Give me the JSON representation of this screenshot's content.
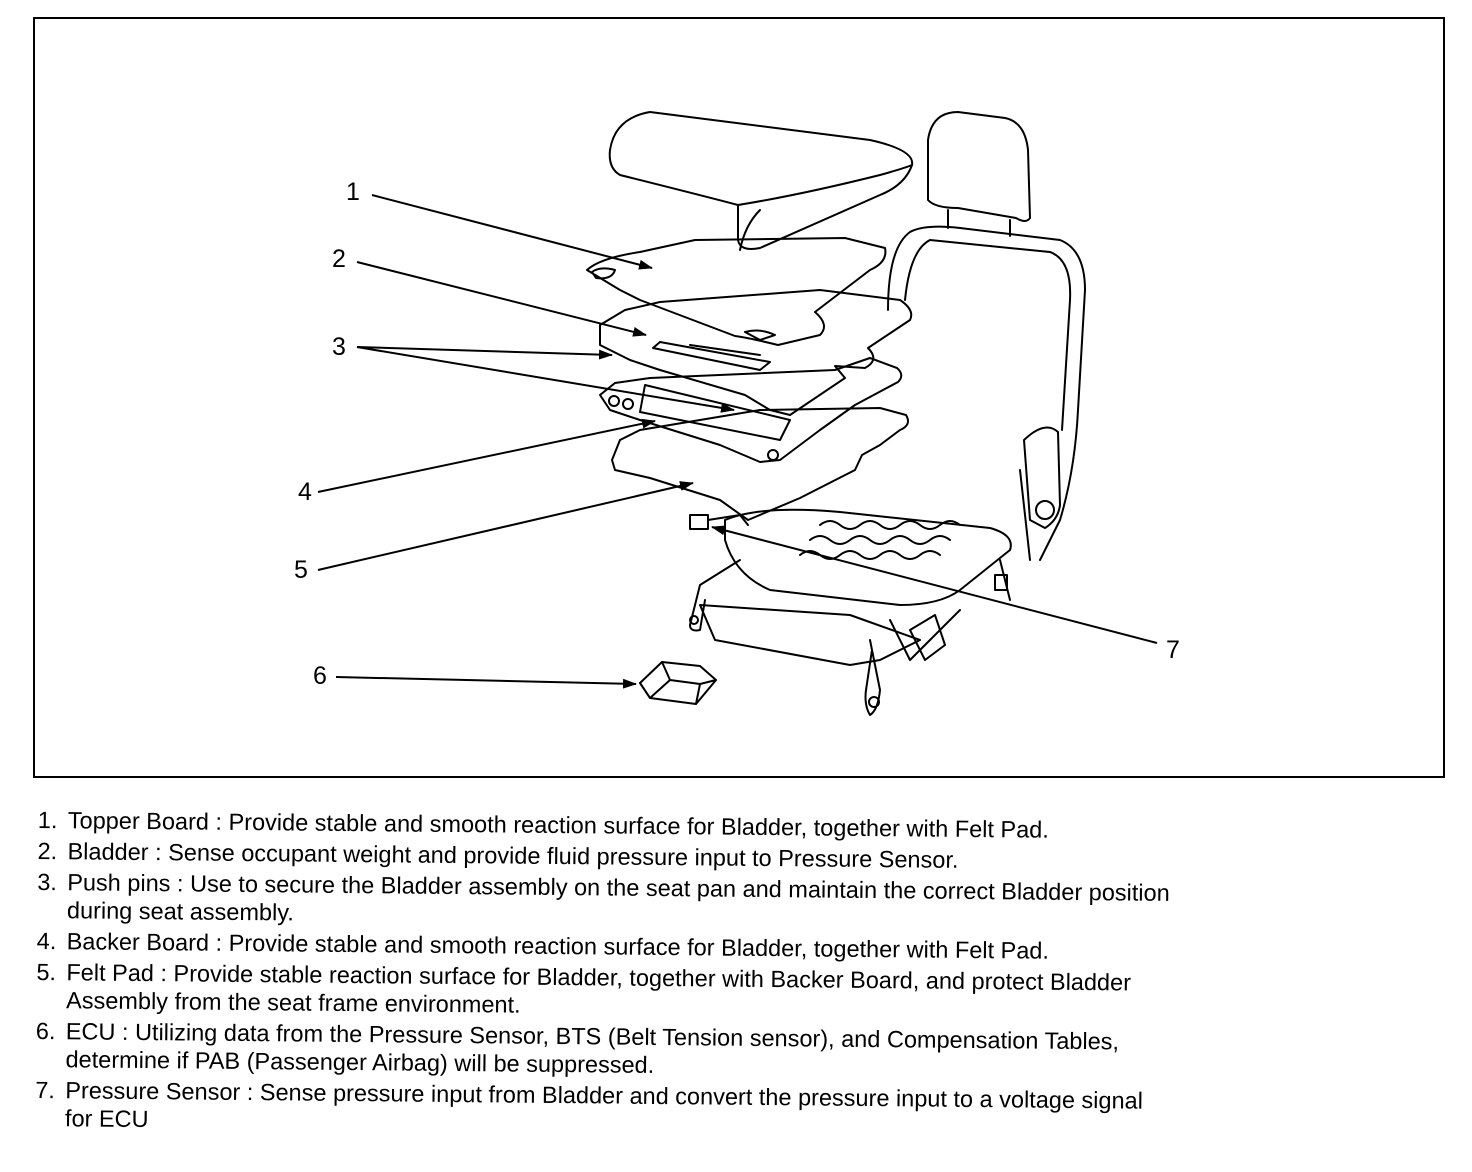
{
  "callouts": [
    "1",
    "2",
    "3",
    "4",
    "5",
    "6",
    "7"
  ],
  "legend": [
    {
      "num": "1.",
      "lines": [
        "Topper Board : Provide stable and smooth reaction surface for Bladder, together with Felt Pad."
      ]
    },
    {
      "num": "2.",
      "lines": [
        "Bladder :  Sense occupant weight and provide fluid pressure input to Pressure Sensor."
      ]
    },
    {
      "num": "3.",
      "lines": [
        "Push pins : Use to secure the Bladder assembly on the seat pan and maintain the correct Bladder position",
        "during seat assembly."
      ]
    },
    {
      "num": "4.",
      "lines": [
        "Backer Board : Provide stable and smooth reaction surface for Bladder, together with Felt Pad."
      ]
    },
    {
      "num": "5.",
      "lines": [
        "Felt Pad : Provide stable reaction surface for Bladder, together with Backer Board,  and protect Bladder",
        "Assembly from the seat frame environment."
      ]
    },
    {
      "num": "6.",
      "lines": [
        "ECU : Utilizing data from the Pressure Sensor, BTS (Belt Tension sensor), and Compensation Tables,",
        "determine if PAB (Passenger Airbag) will be suppressed."
      ]
    },
    {
      "num": "7.",
      "lines": [
        "Pressure Sensor :  Sense pressure input from Bladder and convert the pressure input to a voltage signal",
        "for ECU"
      ]
    }
  ]
}
